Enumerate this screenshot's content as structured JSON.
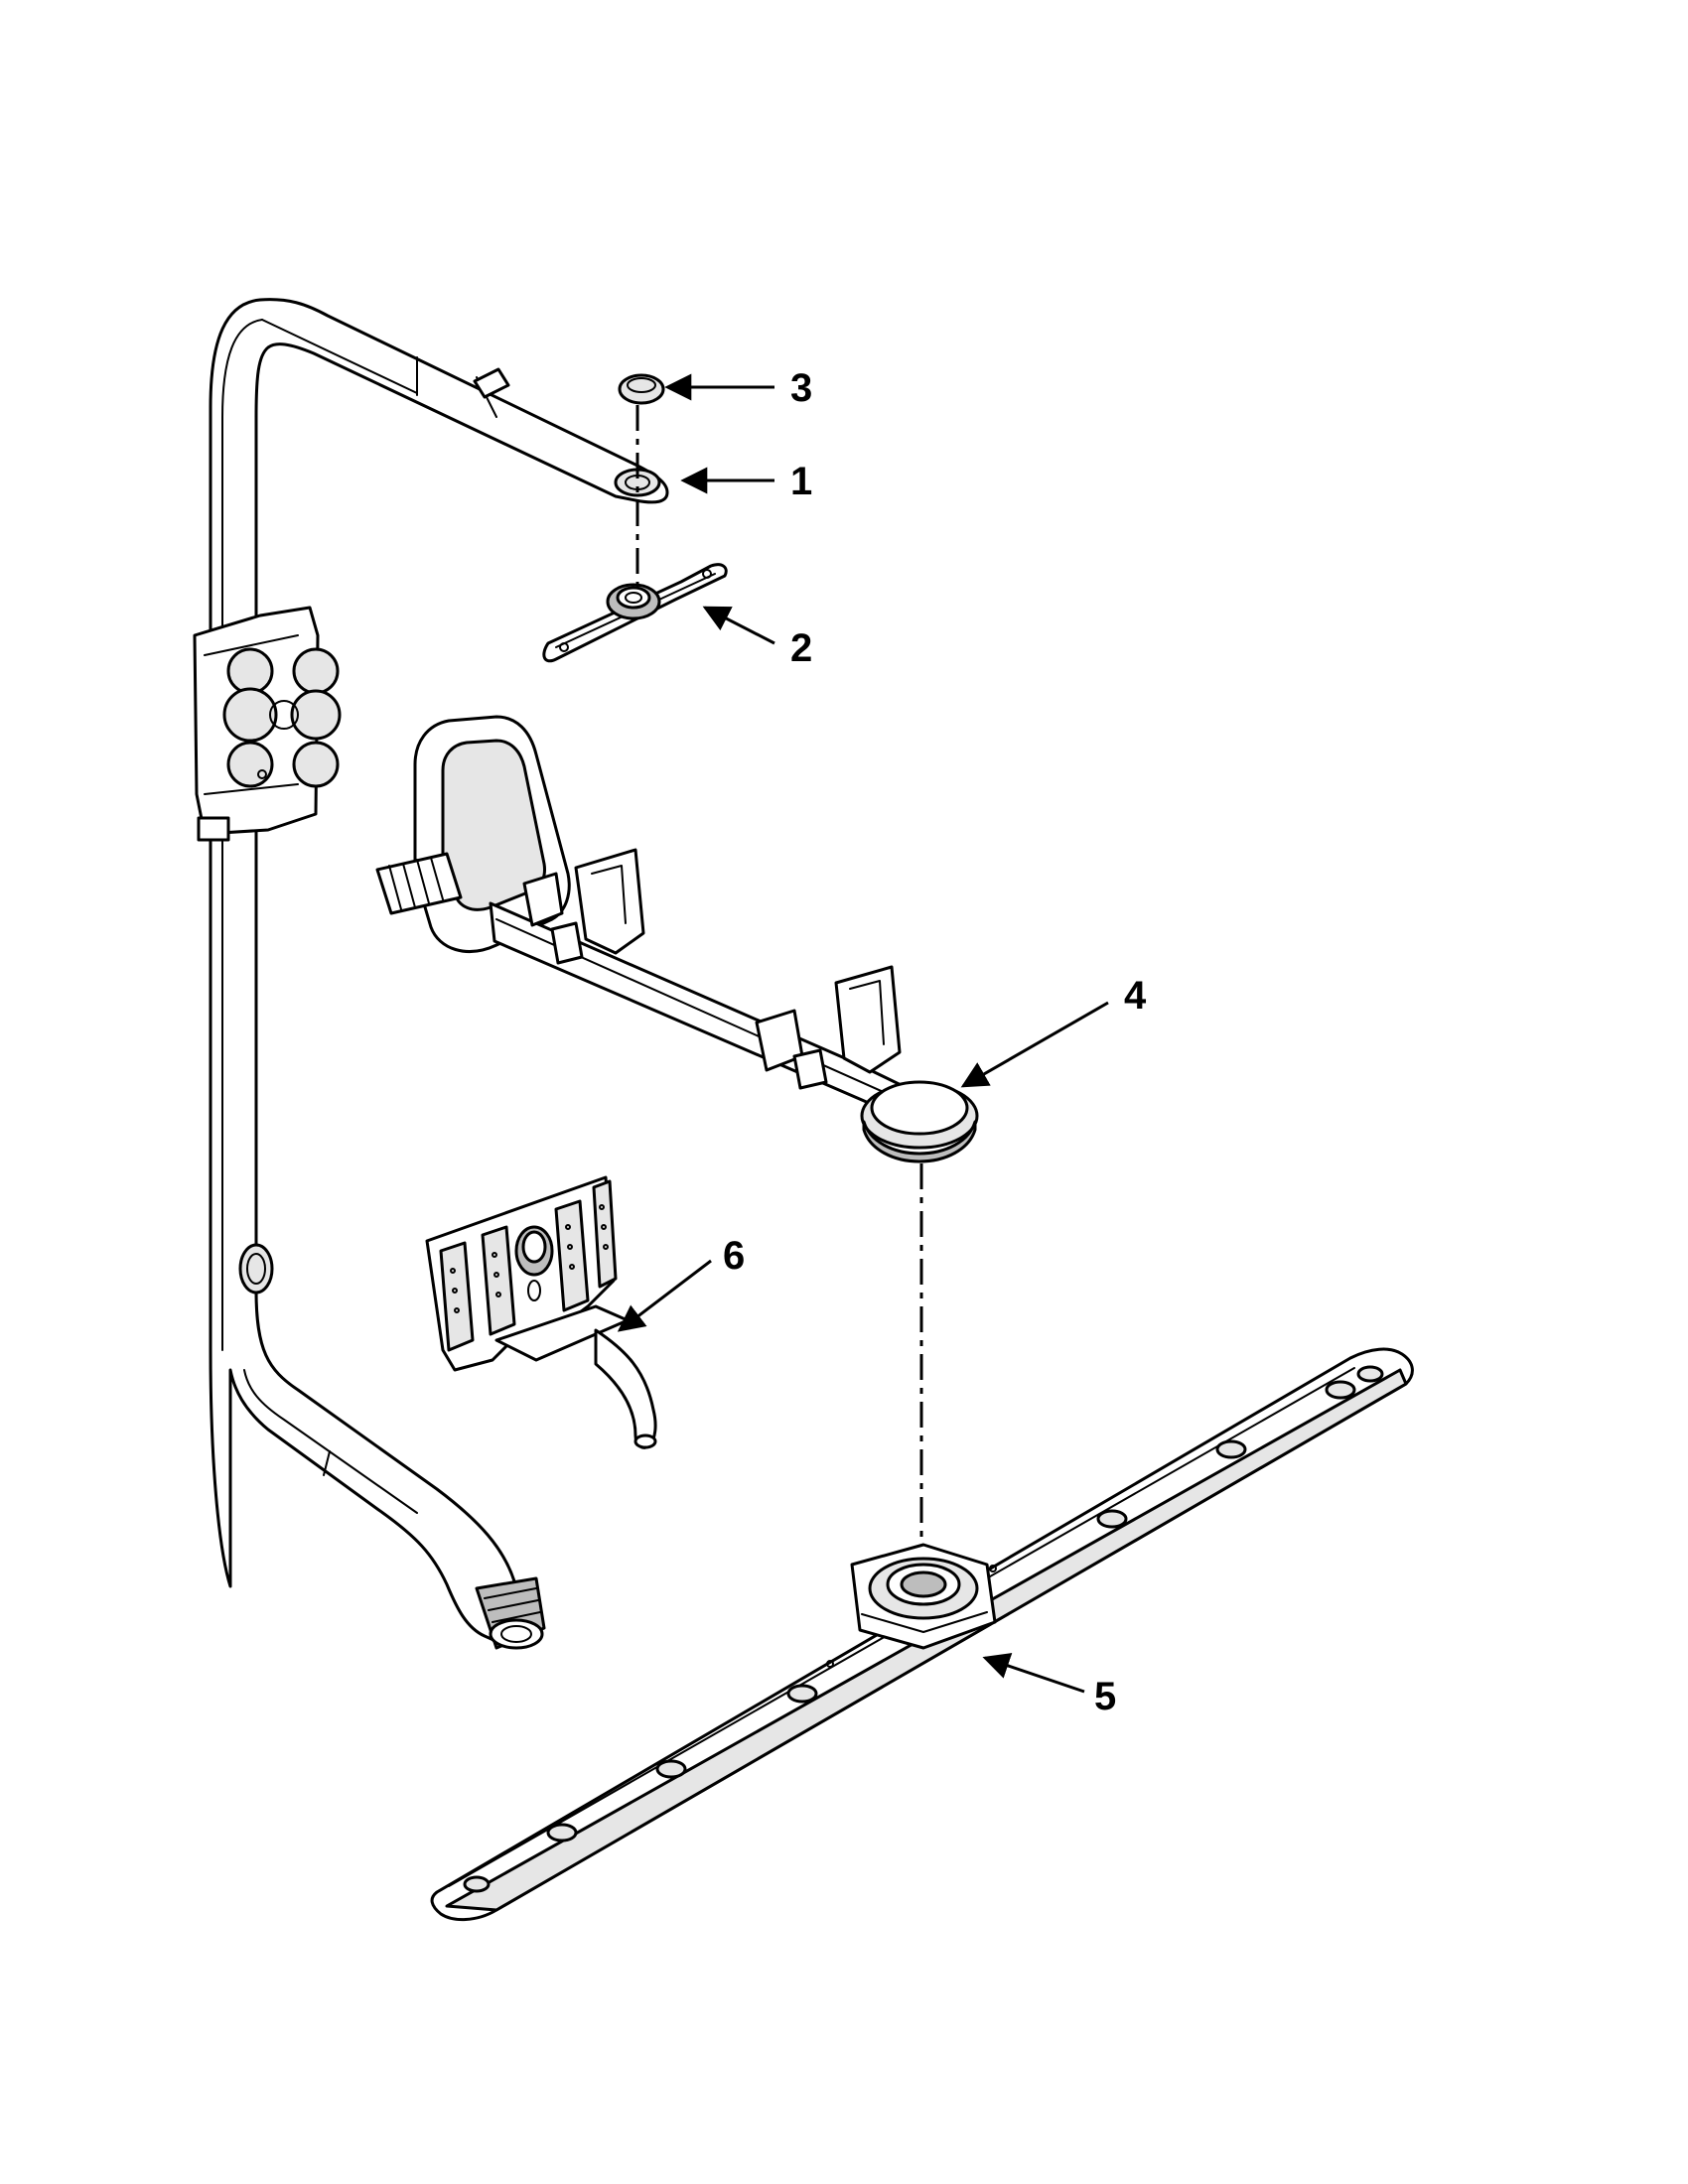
{
  "diagram": {
    "callouts": [
      {
        "id": "1",
        "label": "1"
      },
      {
        "id": "2",
        "label": "2"
      },
      {
        "id": "3",
        "label": "3"
      },
      {
        "id": "4",
        "label": "4"
      },
      {
        "id": "5",
        "label": "5"
      },
      {
        "id": "6",
        "label": "6"
      }
    ]
  },
  "colors": {
    "line": "#000000",
    "background": "#ffffff",
    "shade": "#e6e6e6"
  }
}
